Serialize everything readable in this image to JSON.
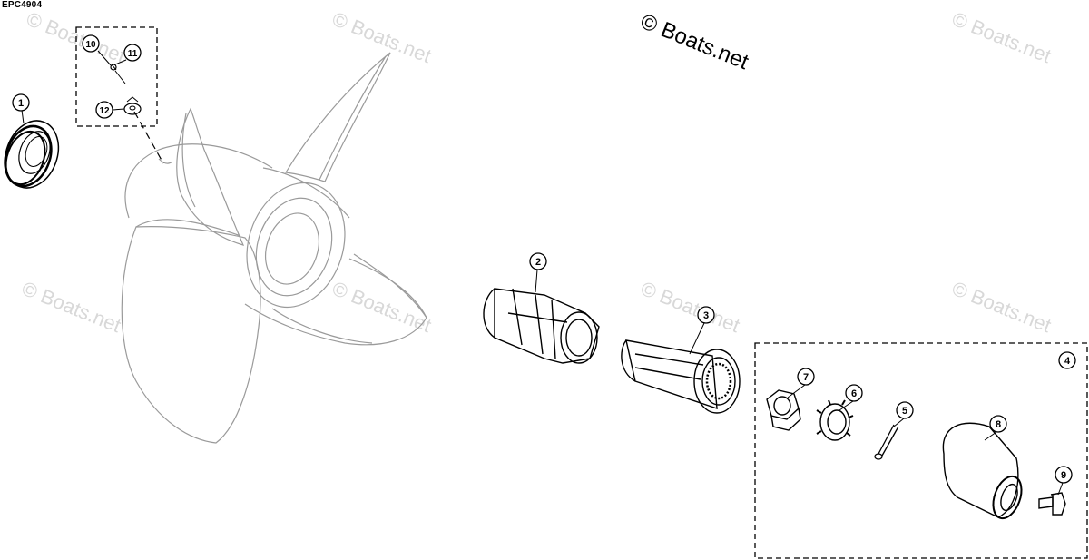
{
  "diagram": {
    "code": "EPC4904",
    "copyright": "© Boats.net",
    "watermark": "© Boats.net",
    "callouts": [
      "1",
      "2",
      "3",
      "4",
      "5",
      "6",
      "7",
      "8",
      "9",
      "10",
      "11",
      "12"
    ]
  }
}
